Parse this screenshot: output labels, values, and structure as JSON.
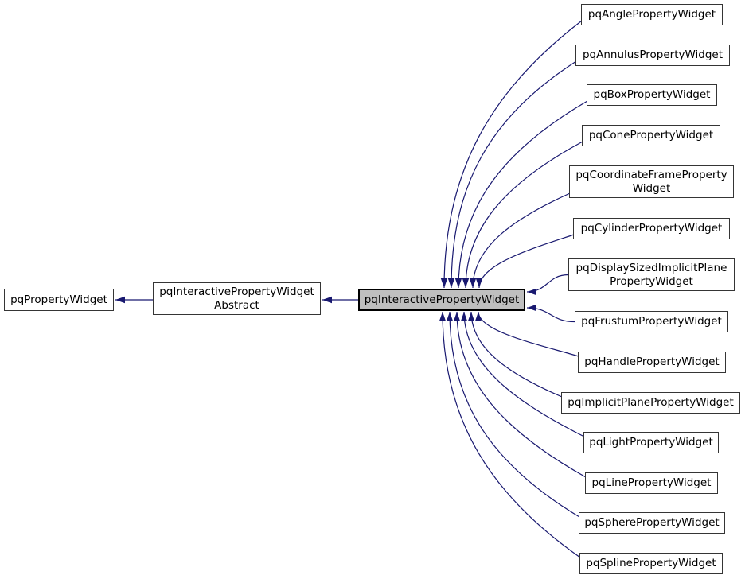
{
  "colors": {
    "background": "#ffffff",
    "edge": "#191970",
    "node_border": "#353535",
    "node_fill": "#ffffff",
    "highlight_fill": "#bfbfbf",
    "highlight_border": "#000000",
    "text": "#000000"
  },
  "nodes": {
    "base": {
      "label": "pqPropertyWidget"
    },
    "abstract": {
      "label": "pqInteractivePropertyWidget\nAbstract"
    },
    "center": {
      "label": "pqInteractivePropertyWidget"
    },
    "derived": [
      {
        "label": "pqAnglePropertyWidget"
      },
      {
        "label": "pqAnnulusPropertyWidget"
      },
      {
        "label": "pqBoxPropertyWidget"
      },
      {
        "label": "pqConePropertyWidget"
      },
      {
        "label": "pqCoordinateFrameProperty\nWidget"
      },
      {
        "label": "pqCylinderPropertyWidget"
      },
      {
        "label": "pqDisplaySizedImplicitPlane\nPropertyWidget"
      },
      {
        "label": "pqFrustumPropertyWidget"
      },
      {
        "label": "pqHandlePropertyWidget"
      },
      {
        "label": "pqImplicitPlanePropertyWidget"
      },
      {
        "label": "pqLightPropertyWidget"
      },
      {
        "label": "pqLinePropertyWidget"
      },
      {
        "label": "pqSpherePropertyWidget"
      },
      {
        "label": "pqSplinePropertyWidget"
      }
    ]
  }
}
